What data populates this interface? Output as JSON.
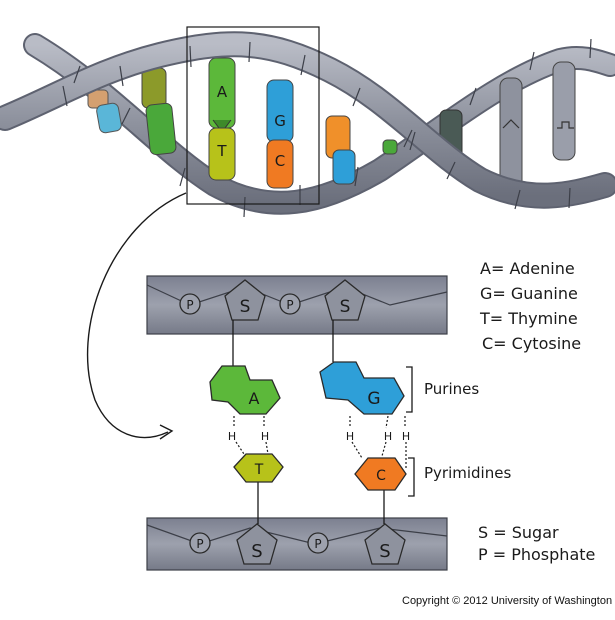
{
  "helix": {
    "base_letters": [
      "A",
      "T",
      "G",
      "C"
    ]
  },
  "detail": {
    "top_strand": {
      "sugar_labels": [
        "S",
        "S"
      ],
      "phosphate_labels": [
        "P",
        "P"
      ]
    },
    "bottom_strand": {
      "sugar_labels": [
        "S",
        "S"
      ],
      "phosphate_labels": [
        "P",
        "P"
      ]
    },
    "bases": [
      {
        "letter": "A",
        "color": "#5cb83a"
      },
      {
        "letter": "G",
        "color": "#2e9fd8"
      },
      {
        "letter": "T",
        "color": "#b7c21a"
      },
      {
        "letter": "C",
        "color": "#f07a22"
      }
    ],
    "hydrogen_label": "H",
    "brackets": {
      "purines": "Purines",
      "pyrimidines": "Pyrimidines"
    }
  },
  "legend_bases": [
    "A= Adenine",
    "G= Guanine",
    "T= Thymine",
    "C= Cytosine"
  ],
  "legend_backbone": [
    "S = Sugar",
    "P = Phosphate"
  ],
  "copyright": "Copyright © 2012 University of Washington",
  "colors": {
    "backbone": "#8e929e",
    "backbone_dark": "#5e6270",
    "adenine": "#5cb83a",
    "thymine": "#b7c21a",
    "guanine": "#2e9fd8",
    "cytosine": "#f07a22"
  }
}
